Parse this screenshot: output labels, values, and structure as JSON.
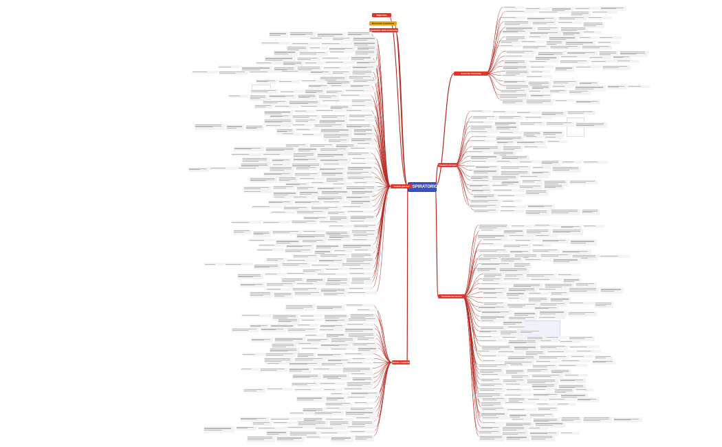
{
  "title": "RESPIRATORIO",
  "branches": {
    "b1": "Bigpicture",
    "b2": "Meccanica respiratoria",
    "b3": "Regolazione della respirazione",
    "b4": "Anatomia funzionale",
    "b5": "Scambi gassosi",
    "b6": "Trasporto dei gas",
    "b7": "Controllo del respiro",
    "b8": "Volumi e capacità"
  },
  "colors": {
    "center": "#3f4fc4",
    "branch_red": "#e0352b",
    "branch_orange": "#f2a20c",
    "line": "#b3261e"
  }
}
